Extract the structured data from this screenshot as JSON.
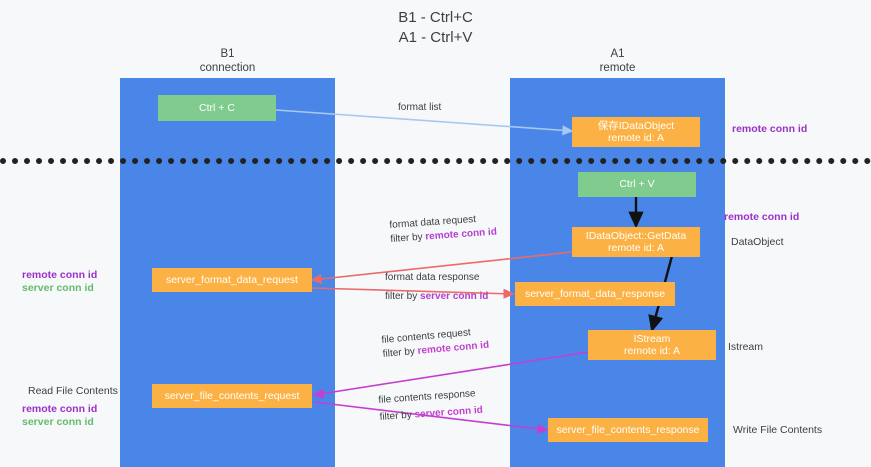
{
  "title": {
    "line1": "B1 - Ctrl+C",
    "line2": "A1 - Ctrl+V"
  },
  "columns": [
    {
      "name": "B1",
      "sub": "connection"
    },
    {
      "name": "A1",
      "sub": "remote"
    }
  ],
  "boxes": {
    "ctrl_c": "Ctrl + C",
    "ctrl_v": "Ctrl + V",
    "save_idataobject_l1": "保存IDataObject",
    "save_idataobject_l2": "remote id: A",
    "getdata_l1": "IDataObject::GetData",
    "getdata_l2": "remote id: A",
    "istream_l1": "IStream",
    "istream_l2": "remote id: A",
    "server_format_data_request": "server_format_data_request",
    "server_format_data_response": "server_format_data_response",
    "server_file_contents_request": "server_file_contents_request",
    "server_file_contents_response": "server_file_contents_response"
  },
  "right_labels": {
    "remote_conn_id_top": "remote conn id",
    "remote_conn_id_mid": "remote conn id",
    "dataobject": "DataObject",
    "istream": "Istream",
    "write_file_contents": "Write File Contents"
  },
  "left_labels": {
    "remote_conn_id": "remote conn id",
    "server_conn_id": "server conn id",
    "read_file_contents": "Read File Contents",
    "remote_conn_id_2": "remote conn id",
    "server_conn_id_2": "server conn id"
  },
  "edges": [
    {
      "id": "format-list",
      "text": "format list"
    },
    {
      "id": "format-data-request",
      "l1": "format data request",
      "l2_plain": "filter by ",
      "l2_accent": "remote conn id"
    },
    {
      "id": "format-data-response",
      "l1": "format data response",
      "l2_plain": "filter by ",
      "l2_accent": "server conn id"
    },
    {
      "id": "file-contents-request",
      "l1": "file contents request",
      "l2_plain": "filter by ",
      "l2_accent": "remote conn id"
    },
    {
      "id": "file-contents-response",
      "l1": "file contents response",
      "l2_plain": "filter by ",
      "l2_accent": "server conn id"
    }
  ],
  "colors": {
    "lane": "#4a86e8",
    "green_box": "#7fcc8e",
    "orange_box": "#fbb144",
    "purple": "#9b30c9",
    "green_text": "#64bb6d",
    "arrow_blue": "#a6c9ef",
    "arrow_red": "#ec6a6a",
    "arrow_magenta": "#c43fd0",
    "arrow_black": "#000000",
    "background": "#f7f8fa"
  }
}
